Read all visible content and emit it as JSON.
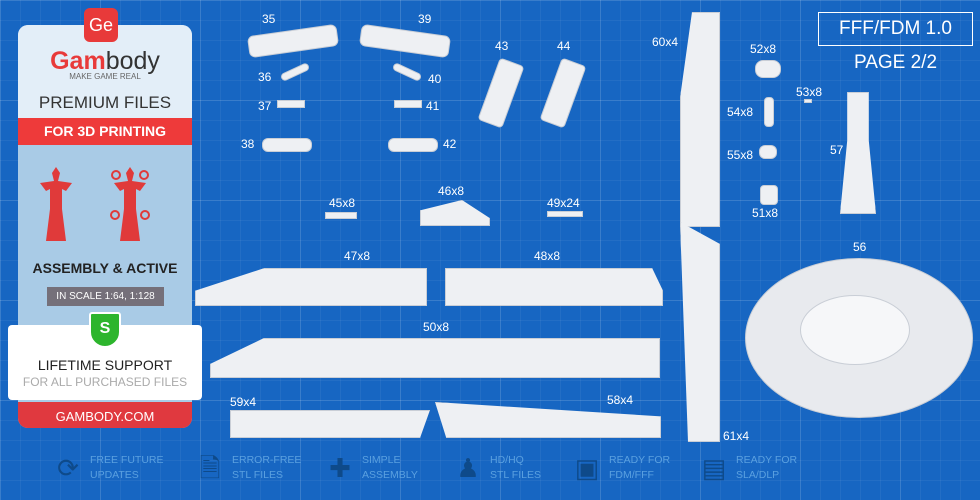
{
  "panel": {
    "logo": "Ge",
    "brand_a": "Gam",
    "brand_b": "body",
    "tagline": "MAKE GAME REAL",
    "premium": "PREMIUM FILES",
    "for_printing": "FOR 3D PRINTING",
    "assembly": "ASSEMBLY & ACTIVE",
    "scale": "IN SCALE 1:64, 1:128",
    "shield": "S",
    "support_title": "LIFETIME SUPPORT",
    "support_sub": "FOR ALL PURCHASED FILES",
    "website": "GAMBODY.COM"
  },
  "header": {
    "format": "FFF/FDM 1.0",
    "page": "PAGE 2/2"
  },
  "parts": [
    "35",
    "39",
    "36",
    "40",
    "37",
    "41",
    "38",
    "42",
    "43",
    "44",
    "60x4",
    "52x8",
    "53x8",
    "54x8",
    "55x8",
    "51x8",
    "57",
    "56",
    "45x8",
    "46x8",
    "49x24",
    "47x8",
    "48x8",
    "50x8",
    "59x4",
    "58x4",
    "61x4"
  ],
  "features": [
    {
      "icon": "sync-icon",
      "glyph": "⟳",
      "l1": "FREE FUTURE",
      "l2": "UPDATES"
    },
    {
      "icon": "file-check-icon",
      "glyph": "🗎",
      "l1": "ERROR-FREE",
      "l2": "STL FILES"
    },
    {
      "icon": "puzzle-icon",
      "glyph": "✚",
      "l1": "SIMPLE",
      "l2": "ASSEMBLY"
    },
    {
      "icon": "bust-icon",
      "glyph": "♟",
      "l1": "HD/HQ",
      "l2": "STL FILES"
    },
    {
      "icon": "fdm-printer-icon",
      "glyph": "▣",
      "l1": "READY FOR",
      "l2": "FDM/FFF"
    },
    {
      "icon": "sla-printer-icon",
      "glyph": "▤",
      "l1": "READY FOR",
      "l2": "SLA/DLP"
    }
  ]
}
